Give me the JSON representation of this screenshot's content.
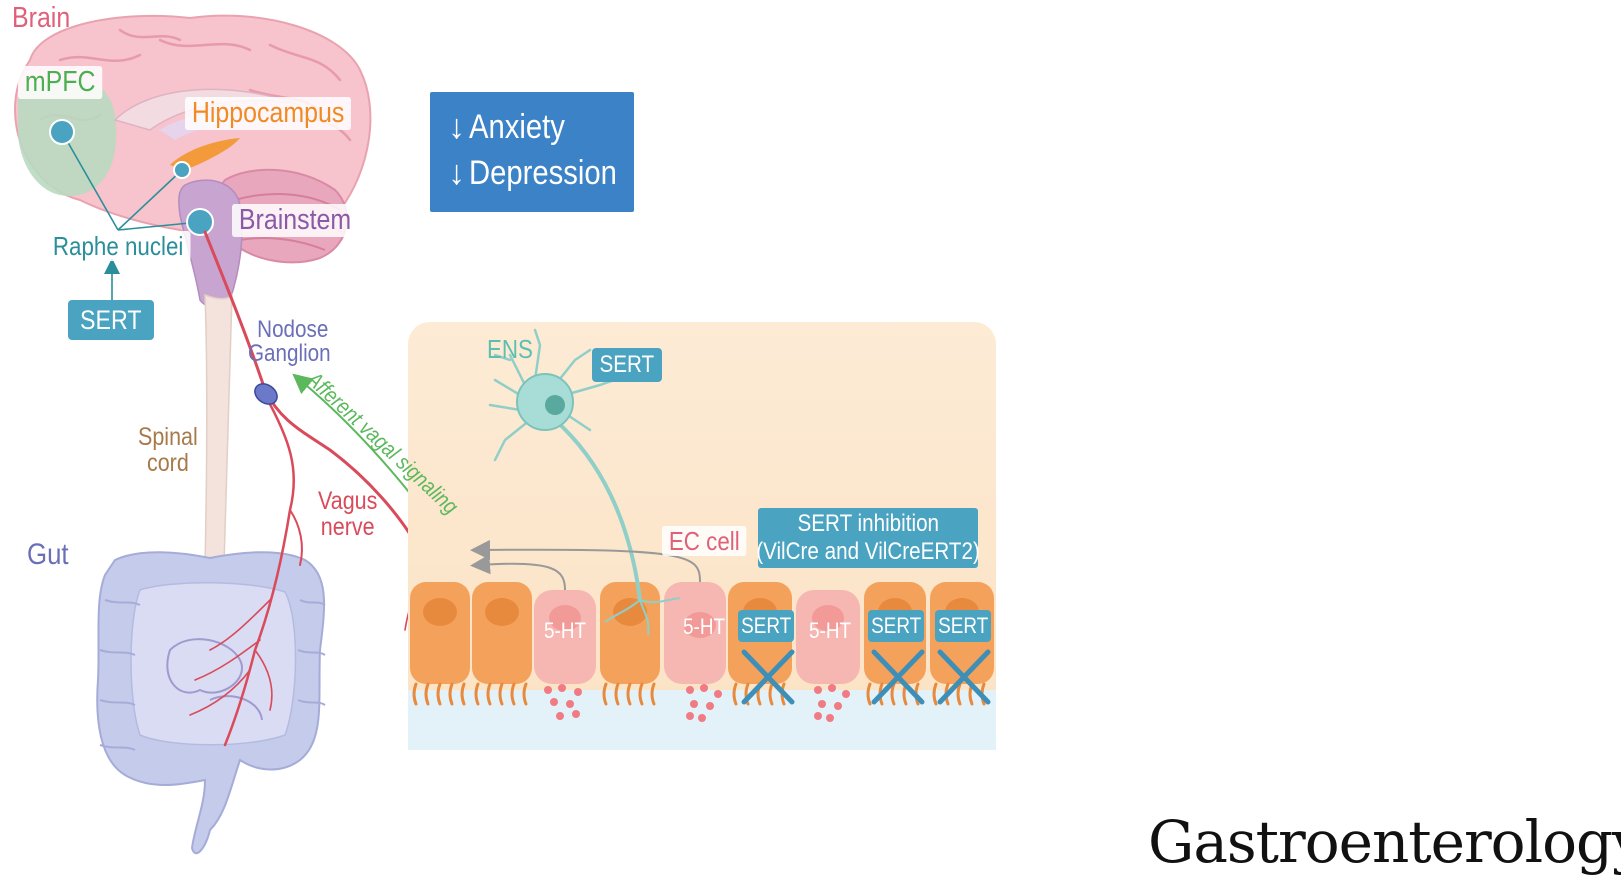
{
  "outcome": {
    "line1": "Anxiety",
    "line2": "Depression",
    "arrow": "↓"
  },
  "brain": {
    "brain": "Brain",
    "mpfc": "mPFC",
    "hippocampus": "Hippocampus",
    "brainstem": "Brainstem",
    "raphe": "Raphe nuclei",
    "sert": "SERT"
  },
  "pathway": {
    "nodose_line1": "Nodose",
    "nodose_line2": "Ganglion",
    "spinal_line1": "Spinal",
    "spinal_line2": "cord",
    "vagus_line1": "Vagus",
    "vagus_line2": "nerve",
    "gut": "Gut",
    "afferent": "Afferent vagal signaling"
  },
  "inset": {
    "ens": "ENS",
    "ens_sert": "SERT",
    "ec_cell": "EC cell",
    "inhibition_line1": "SERT inhibition",
    "inhibition_line2": "(VilCre and VilCreERT2)",
    "ht1": "5-HT",
    "ht2": "5-HT",
    "ht3": "5-HT",
    "sert1": "SERT",
    "sert2": "SERT",
    "sert3": "SERT"
  },
  "publisher": "Gastroenterology",
  "colors": {
    "outcome_box": "#3b82c6",
    "sert_tag": "#4aa3c0",
    "brain_label": "#e0607a",
    "mpfc_label": "#4caf50",
    "hippocampus_label": "#f08a24",
    "brainstem_label": "#8a5aa8",
    "raphe_label": "#2a8f9a",
    "vagus": "#d94a5a",
    "spinal_label": "#a87a4a",
    "afferent_label": "#5cb85c",
    "inset_bg": "#fdebd5"
  }
}
